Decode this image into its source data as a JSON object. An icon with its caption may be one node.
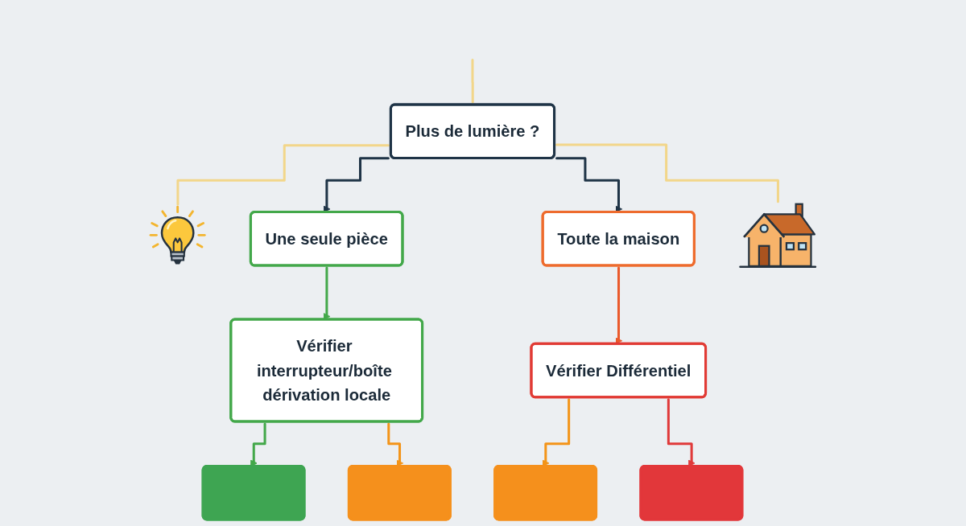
{
  "diagram": {
    "nodes": [
      {
        "text": [
          "Plus de lumière ?"
        ]
      },
      {
        "text": [],
        "shape": "picture"
      },
      {
        "text": [
          "Une seule pièce"
        ]
      },
      {
        "text": [
          "Toute la maison"
        ]
      },
      {
        "text": [],
        "shape": "picture"
      },
      {
        "text": [
          "Vérifier interrupteur/boîte dérivation locale"
        ]
      },
      {
        "text": [
          "Vérifier Différentiel"
        ]
      },
      {
        "text": [],
        "shape": "box"
      },
      {
        "text": [],
        "shape": "box"
      },
      {
        "text": [],
        "shape": "box"
      },
      {
        "text": [],
        "shape": "box"
      }
    ],
    "edges": [
      {
        "from": null,
        "to": 0,
        "arrow": "none",
        "color": "#f2d68a"
      },
      {
        "from": 0,
        "to": 1,
        "arrow": "none",
        "color": "#f2d68a"
      },
      {
        "from": 0,
        "to": 4,
        "arrow": "none",
        "color": "#f2d68a"
      },
      {
        "from": 0,
        "to": 2,
        "arrow": "to",
        "color": "#1f3447"
      },
      {
        "from": 0,
        "to": 3,
        "arrow": "to",
        "color": "#1f3447"
      },
      {
        "from": 2,
        "to": 5,
        "arrow": "to",
        "color": "#43a84a"
      },
      {
        "from": 3,
        "to": 6,
        "arrow": "to",
        "color": "#ea5a2c"
      },
      {
        "from": 5,
        "to": 7,
        "arrow": "to",
        "color": "#43a84a"
      },
      {
        "from": 5,
        "to": 8,
        "arrow": "to",
        "color": "#f39419"
      },
      {
        "from": 6,
        "to": 9,
        "arrow": "to",
        "color": "#f39419"
      },
      {
        "from": 6,
        "to": 10,
        "arrow": "to",
        "color": "#e03a3a"
      }
    ]
  }
}
